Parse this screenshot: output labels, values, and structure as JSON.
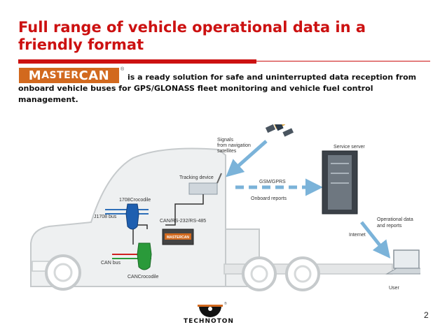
{
  "title": "Full range of vehicle operational data in a friendly format",
  "logo": {
    "prefix": "M",
    "small": "ASTER",
    "suffix": "CAN",
    "registered": "®"
  },
  "intro": "is a ready solution for safe and uninterrupted data reception from onboard vehicle buses for GPS/GLONASS fleet monitoring and vehicle fuel control management.",
  "diagram": {
    "signals": [
      "Signals",
      "from navigation",
      "satellites"
    ],
    "tracking_device": "Tracking device",
    "gsm": "GSM/GPRS",
    "onboard_reports": "Onboard reports",
    "service_server": "Service server",
    "operational": [
      "Operational data",
      "and reports"
    ],
    "internet": "Internet",
    "user": "User",
    "crocodile_1708": "1708Crocodile",
    "j1708_bus": "J1708 bus",
    "can_rs": "CAN/RS-232/RS-485",
    "mastercan_small": "MASTERCAN",
    "can_bus": "CAN bus",
    "can_crocodile": "CANCrocodile"
  },
  "footer": {
    "brand": "TECHNOTON",
    "registered": "®",
    "page_number": "2"
  },
  "colors": {
    "title_red": "#cc1111",
    "logo_orange": "#d2691e",
    "arrow_blue": "#7bb3d9"
  }
}
